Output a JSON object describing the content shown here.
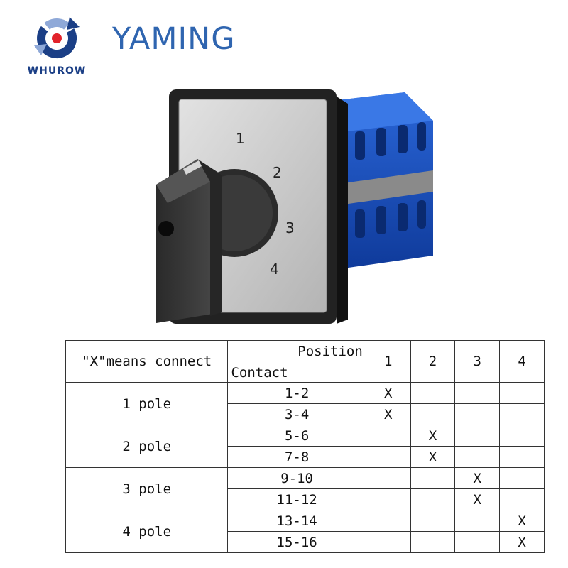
{
  "brand": {
    "logo_text": "WHUROW",
    "name": "YAMING",
    "colors": {
      "blue": "#1b3f86",
      "red": "#e2232b",
      "accent": "#2f65b0"
    }
  },
  "product": {
    "dial_positions": [
      "1",
      "2",
      "3",
      "4"
    ],
    "colors": {
      "body": "#1d56c8",
      "knob": "#3a3a3a",
      "plate": "#c9c9c9"
    }
  },
  "table": {
    "legend": "\"X\"means connect",
    "position_header": "Position",
    "contact_header": "Contact",
    "positions": [
      "1",
      "2",
      "3",
      "4"
    ],
    "mark": "X",
    "groups": [
      {
        "label": "1 pole",
        "contacts": [
          {
            "name": "1-2",
            "position": "1"
          },
          {
            "name": "3-4",
            "position": "1"
          }
        ]
      },
      {
        "label": "2 pole",
        "contacts": [
          {
            "name": "5-6",
            "position": "2"
          },
          {
            "name": "7-8",
            "position": "2"
          }
        ]
      },
      {
        "label": "3 pole",
        "contacts": [
          {
            "name": "9-10",
            "position": "3"
          },
          {
            "name": "11-12",
            "position": "3"
          }
        ]
      },
      {
        "label": "4 pole",
        "contacts": [
          {
            "name": "13-14",
            "position": "4"
          },
          {
            "name": "15-16",
            "position": "4"
          }
        ]
      }
    ]
  }
}
